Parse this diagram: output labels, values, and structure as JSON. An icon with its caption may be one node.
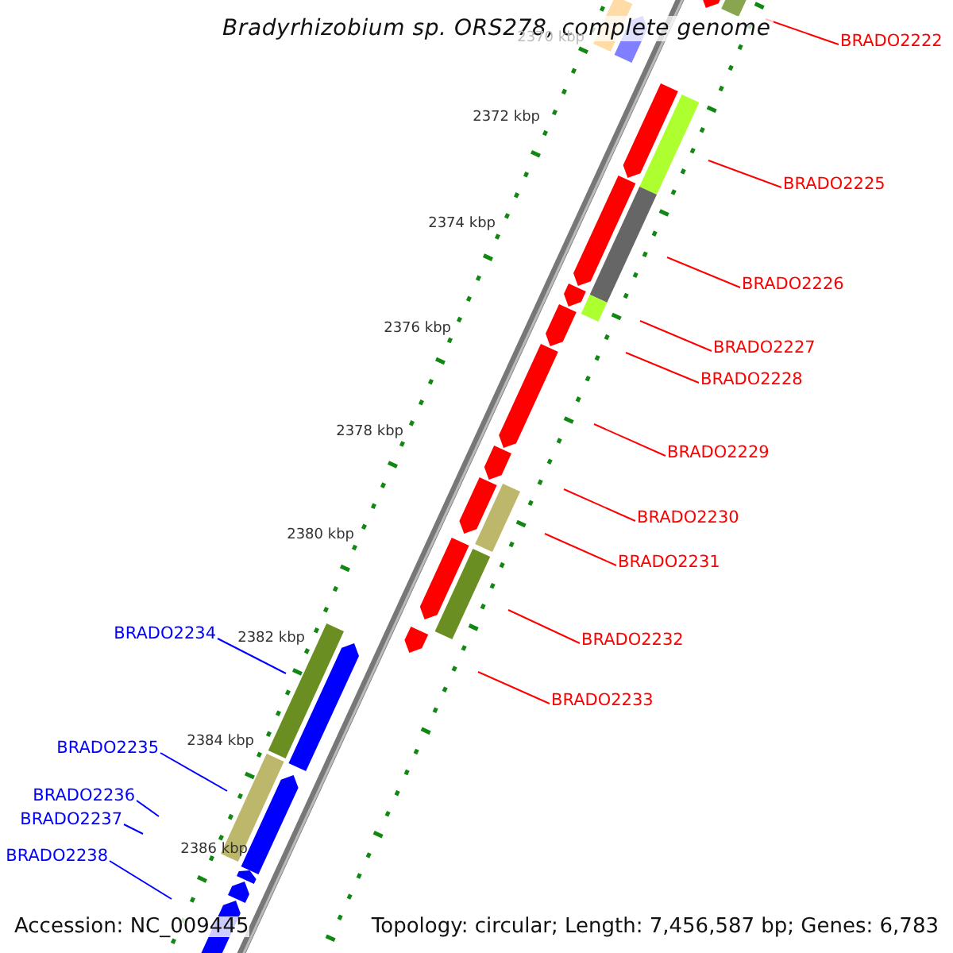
{
  "diagram": {
    "title": "Bradyrhizobium sp. ORS278, complete genome",
    "nodes": [
      {
        "text": [
          "BRADO2222"
        ]
      },
      {
        "text": [
          "BRADO2225"
        ]
      },
      {
        "text": [
          "BRADO2226"
        ]
      },
      {
        "text": [
          "BRADO2227"
        ]
      },
      {
        "text": [
          "BRADO2228"
        ]
      },
      {
        "text": [
          "BRADO2229"
        ]
      },
      {
        "text": [
          "BRADO2230"
        ]
      },
      {
        "text": [
          "BRADO2231"
        ]
      },
      {
        "text": [
          "BRADO2232"
        ]
      },
      {
        "text": [
          "BRADO2233"
        ]
      },
      {
        "text": [
          "BRADO2234"
        ]
      },
      {
        "text": [
          "BRADO2235"
        ]
      },
      {
        "text": [
          "BRADO2236"
        ]
      },
      {
        "text": [
          "BRADO2237"
        ]
      },
      {
        "text": [
          "BRADO2238"
        ]
      }
    ],
    "edges": [
      {
        "from": 0,
        "to": null,
        "arrow": "none"
      },
      {
        "from": 1,
        "to": null,
        "arrow": "none"
      },
      {
        "from": 2,
        "to": null,
        "arrow": "none"
      },
      {
        "from": 3,
        "to": null,
        "arrow": "none"
      },
      {
        "from": 4,
        "to": null,
        "arrow": "none"
      },
      {
        "from": 5,
        "to": null,
        "arrow": "none"
      },
      {
        "from": 6,
        "to": null,
        "arrow": "none"
      },
      {
        "from": 7,
        "to": null,
        "arrow": "none"
      },
      {
        "from": 8,
        "to": null,
        "arrow": "none"
      },
      {
        "from": 9,
        "to": null,
        "arrow": "none"
      },
      {
        "from": 10,
        "to": null,
        "arrow": "none",
        "color": "#0000ff"
      },
      {
        "from": 11,
        "to": null,
        "arrow": "none",
        "color": "#0000ff"
      },
      {
        "from": 12,
        "to": null,
        "arrow": "none",
        "color": "#0000ff"
      },
      {
        "from": 13,
        "to": null,
        "arrow": "none",
        "color": "#0000ff"
      },
      {
        "from": 14,
        "to": null,
        "arrow": "none",
        "color": "#0000ff"
      }
    ],
    "labels": [
      "2370 kbp",
      "2372 kbp",
      "2374 kbp",
      "2376 kbp",
      "2378 kbp",
      "2380 kbp",
      "2382 kbp",
      "2384 kbp",
      "2386 kbp",
      "Accession: NC_009445",
      "Topology: circular; Length: 7,456,587 bp; Genes: 6,783"
    ]
  }
}
